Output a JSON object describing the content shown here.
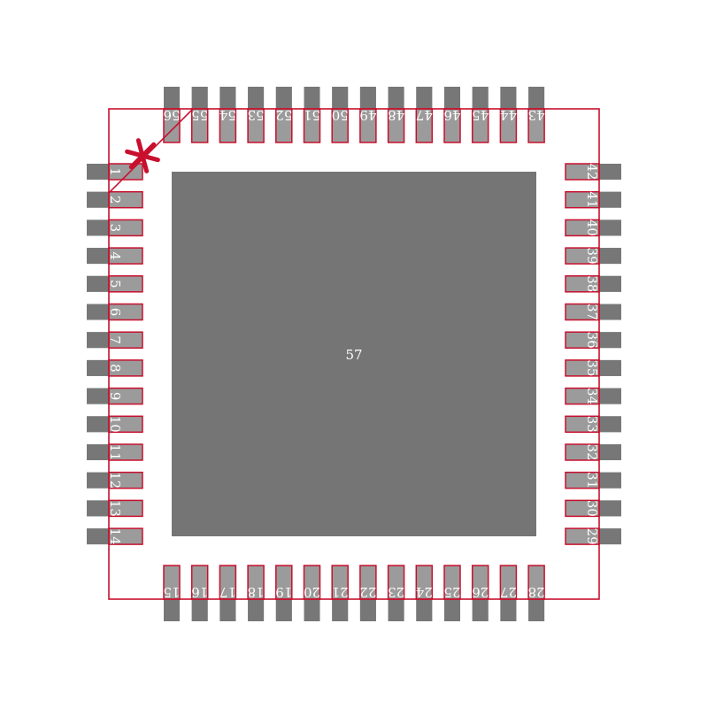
{
  "footprint": {
    "colors": {
      "outline": "#c8102e",
      "pad_gray": "#9b9b9b",
      "pad_dark": "#777777",
      "thermal_pad": "#757575",
      "background": "#ffffff",
      "label": "#ffffff"
    },
    "pins": {
      "left": [
        "1",
        "2",
        "3",
        "4",
        "5",
        "6",
        "7",
        "8",
        "9",
        "10",
        "11",
        "12",
        "13",
        "14"
      ],
      "bottom": [
        "15",
        "16",
        "17",
        "18",
        "19",
        "20",
        "21",
        "22",
        "23",
        "24",
        "25",
        "26",
        "27",
        "28"
      ],
      "right": [
        "29",
        "30",
        "31",
        "32",
        "33",
        "34",
        "35",
        "36",
        "37",
        "38",
        "39",
        "40",
        "41",
        "42"
      ],
      "top": [
        "43",
        "44",
        "45",
        "46",
        "47",
        "48",
        "49",
        "50",
        "51",
        "52",
        "53",
        "54",
        "55",
        "56"
      ]
    },
    "thermal_pad_label": "57",
    "pin1_marker_icon": "asterisk-icon"
  }
}
